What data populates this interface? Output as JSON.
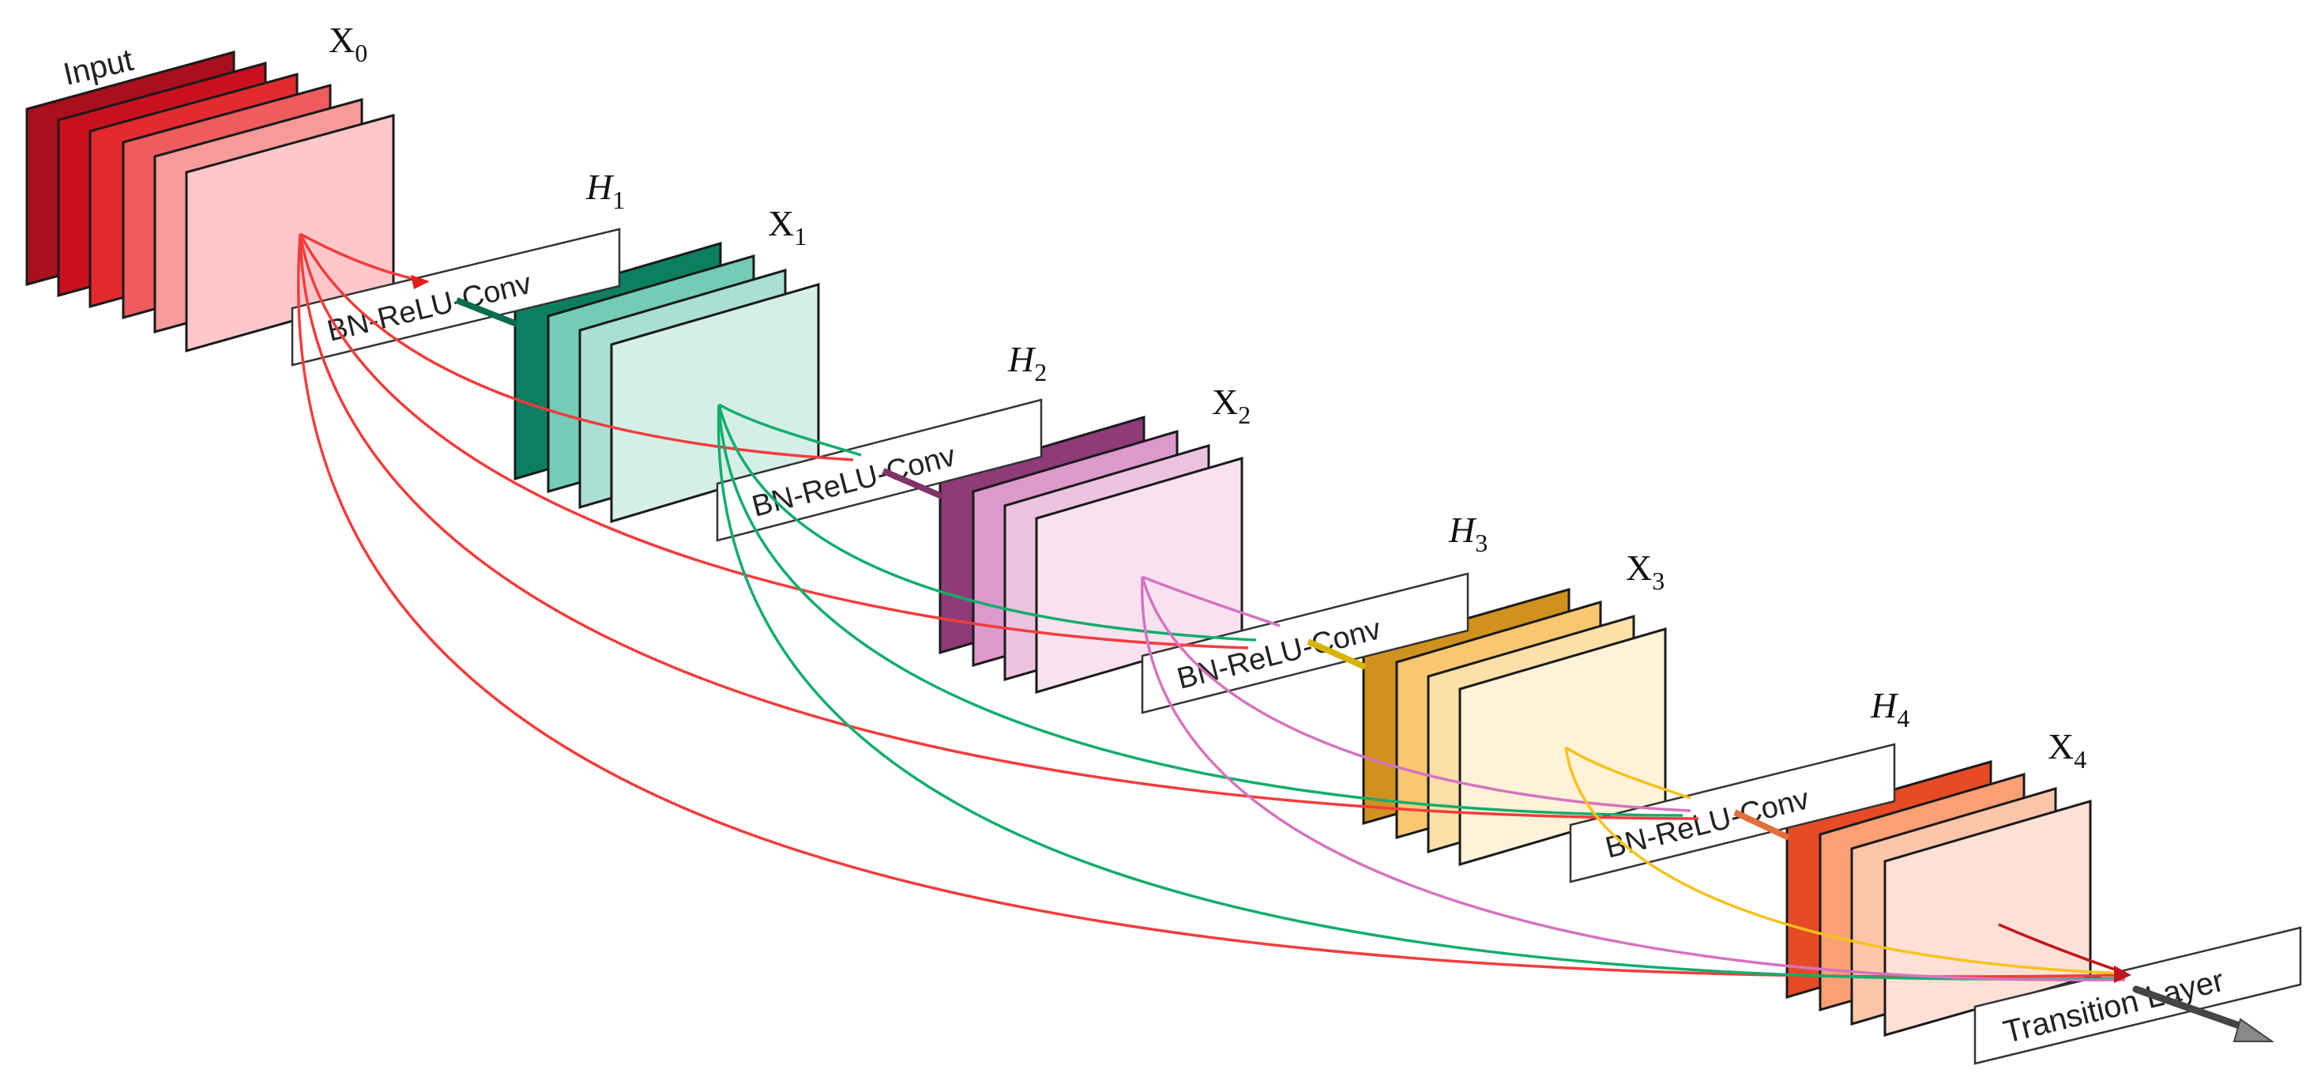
{
  "input_label": "Input",
  "blocks": [
    {
      "id": "x0",
      "x_label": "X",
      "x_sub": "0",
      "colors": [
        "#a90f1d",
        "#c9101e",
        "#e22a2f",
        "#ef5c5e",
        "#f79a9a",
        "#ffc7c9"
      ]
    },
    {
      "id": "x1",
      "h_label": "H",
      "h_sub": "1",
      "op_label": "BN-ReLU-Conv",
      "x_label": "X",
      "x_sub": "1",
      "colors": [
        "#0b7f5f",
        "#72ccb6",
        "#a9e0d3",
        "#d5efe8"
      ]
    },
    {
      "id": "x2",
      "h_label": "H",
      "h_sub": "2",
      "op_label": "BN-ReLU-Conv",
      "x_label": "X",
      "x_sub": "2",
      "colors": [
        "#8e3b78",
        "#dd98cc",
        "#ecc3df",
        "#f8e2f0"
      ]
    },
    {
      "id": "x3",
      "h_label": "H",
      "h_sub": "3",
      "op_label": "BN-ReLU-Conv",
      "x_label": "X",
      "x_sub": "3",
      "colors": [
        "#d0911f",
        "#f8c770",
        "#fde0a8",
        "#fff2d8"
      ]
    },
    {
      "id": "x4",
      "h_label": "H",
      "h_sub": "4",
      "op_label": "BN-ReLU-Conv",
      "x_label": "X",
      "x_sub": "4",
      "colors": [
        "#e64b26",
        "#fba075",
        "#fdc5aa",
        "#fee0d6"
      ]
    }
  ],
  "transition_label": "Transition Layer",
  "connection_colors": {
    "from_x0": "#f23c3c",
    "from_x1": "#12ad6c",
    "from_x2": "#d474c0",
    "from_x3": "#f6c21a"
  }
}
